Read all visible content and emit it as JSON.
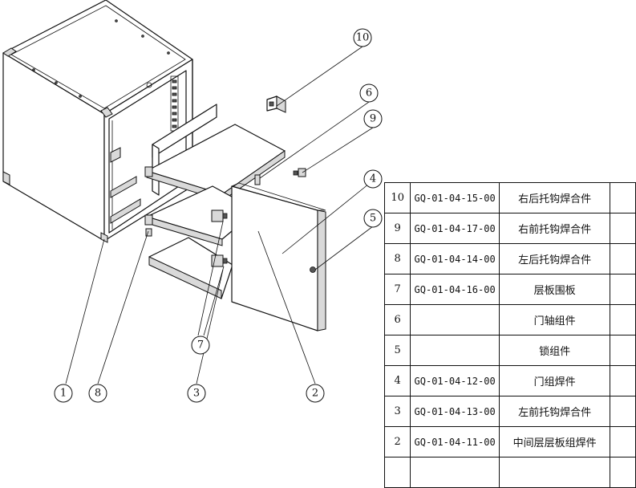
{
  "callouts": {
    "c1": "1",
    "c2": "2",
    "c3": "3",
    "c4": "4",
    "c5": "5",
    "c6": "6",
    "c7": "7",
    "c8": "8",
    "c9": "9",
    "c10": "10"
  },
  "parts_table": {
    "rows": [
      {
        "no": "10",
        "code": "GQ-01-04-15-00",
        "name": "右后托钩焊合件"
      },
      {
        "no": "9",
        "code": "GQ-01-04-17-00",
        "name": "右前托钩焊合件"
      },
      {
        "no": "8",
        "code": "GQ-01-04-14-00",
        "name": "左后托钩焊合件"
      },
      {
        "no": "7",
        "code": "GQ-01-04-16-00",
        "name": "层板围板"
      },
      {
        "no": "6",
        "code": "",
        "name": "门轴组件"
      },
      {
        "no": "5",
        "code": "",
        "name": "锁组件"
      },
      {
        "no": "4",
        "code": "GQ-01-04-12-00",
        "name": "门组焊件"
      },
      {
        "no": "3",
        "code": "GQ-01-04-13-00",
        "name": "左前托钩焊合件"
      },
      {
        "no": "2",
        "code": "GQ-01-04-11-00",
        "name": "中间层层板组焊件"
      },
      {
        "no": "",
        "code": "",
        "name": ""
      }
    ]
  }
}
